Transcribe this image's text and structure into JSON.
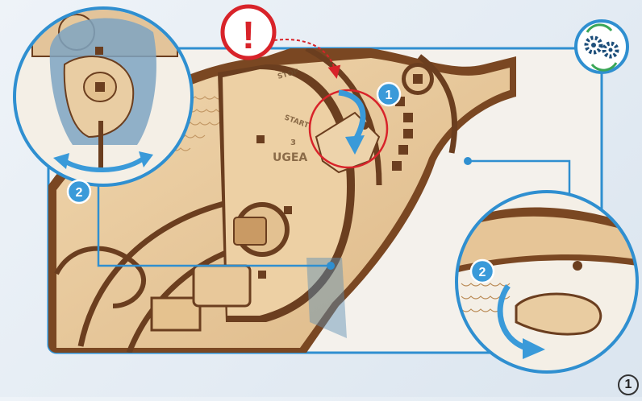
{
  "warning": {
    "symbol": "!"
  },
  "settings_icon": {
    "name": "gears-icon"
  },
  "callouts": {
    "step_1": "1",
    "step_2_left": "2",
    "step_2_right": "2"
  },
  "engraving": {
    "stop": "STOP",
    "start": "START",
    "brand": "UGEA",
    "digit": "3"
  },
  "page_number": "1",
  "colors": {
    "frame_blue": "#2f8fd0",
    "warning_red": "#d8232a",
    "arrow_blue": "#3a9ad9",
    "wood_light": "#e8c79a",
    "wood_edge": "#6b3e1f"
  }
}
